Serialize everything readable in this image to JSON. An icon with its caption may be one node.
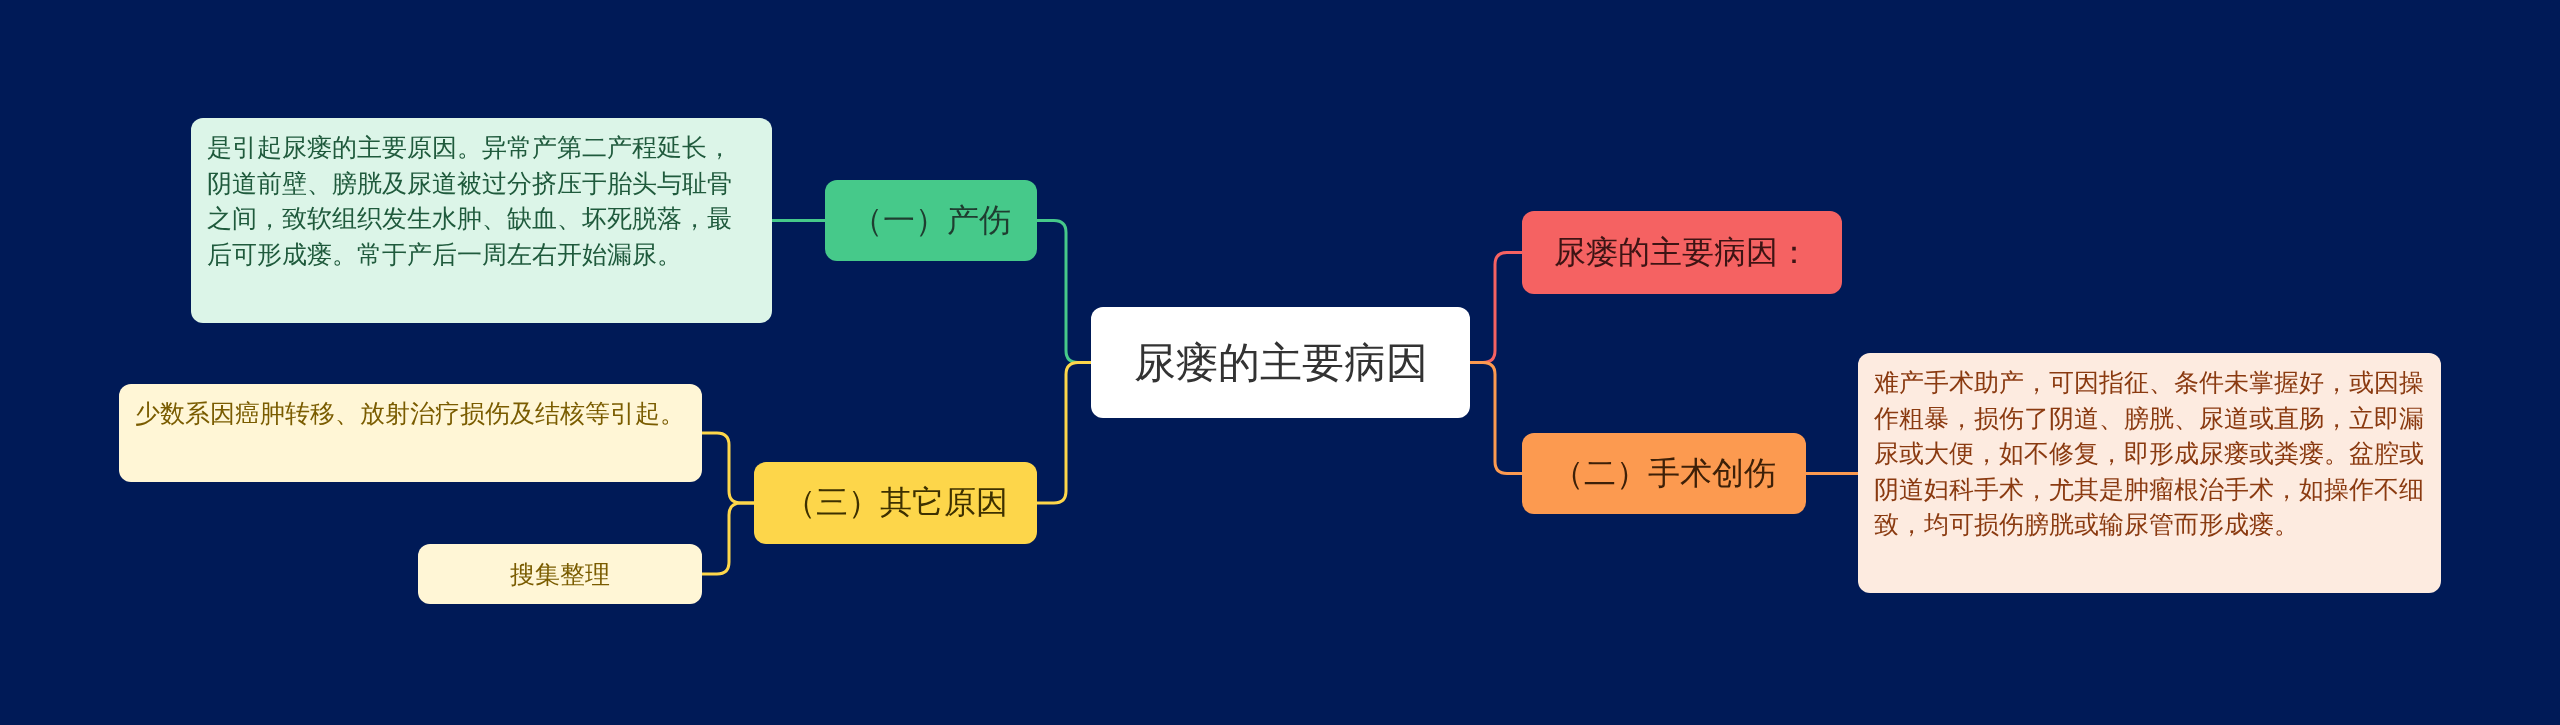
{
  "diagram": {
    "nodes": [
      {
        "text": [
          "尿瘘的主要病因"
        ]
      },
      {
        "text": [
          "（一）产伤"
        ]
      },
      {
        "text": [
          "是引起尿瘘的主要原因。异常产第二产程延长，阴道前壁、膀胱及尿道被过分挤压于胎头与耻骨之间，致软组织发生水肿、缺血、坏死脱落，最后可形成瘘。常于产后一周左右开始漏尿。"
        ]
      },
      {
        "text": [
          "（三）其它原因"
        ]
      },
      {
        "text": [
          "少数系因癌肿转移、放射治疗损伤及结核等引起。"
        ]
      },
      {
        "text": [
          "搜集整理"
        ]
      },
      {
        "text": [
          "尿瘘的主要病因："
        ]
      },
      {
        "text": [
          "（二）手术创伤"
        ]
      },
      {
        "text": [
          "难产手术助产，可因指征、条件未掌握好，或因操作粗暴，损伤了阴道、膀胱、尿道或直肠，立即漏尿或大便，如不修复，即形成尿瘘或粪瘘。盆腔或阴道妇科手术，尤其是肿瘤根治手术，如操作不细致，均可损伤膀胱或输尿管而形成瘘。"
        ]
      }
    ],
    "edges": [
      {
        "from": 0,
        "to": 1,
        "arrow": "none",
        "color": "#46c98a"
      },
      {
        "from": 1,
        "to": 2,
        "arrow": "none",
        "color": "#46c98a"
      },
      {
        "from": 0,
        "to": 3,
        "arrow": "none",
        "color": "#fdd64a"
      },
      {
        "from": 3,
        "to": 4,
        "arrow": "none",
        "color": "#fdd64a"
      },
      {
        "from": 3,
        "to": 5,
        "arrow": "none",
        "color": "#fdd64a"
      },
      {
        "from": 0,
        "to": 6,
        "arrow": "none",
        "color": "#f56262"
      },
      {
        "from": 0,
        "to": 7,
        "arrow": "none",
        "color": "#fc9a50"
      },
      {
        "from": 7,
        "to": 8,
        "arrow": "none",
        "color": "#fc9a50"
      }
    ]
  }
}
